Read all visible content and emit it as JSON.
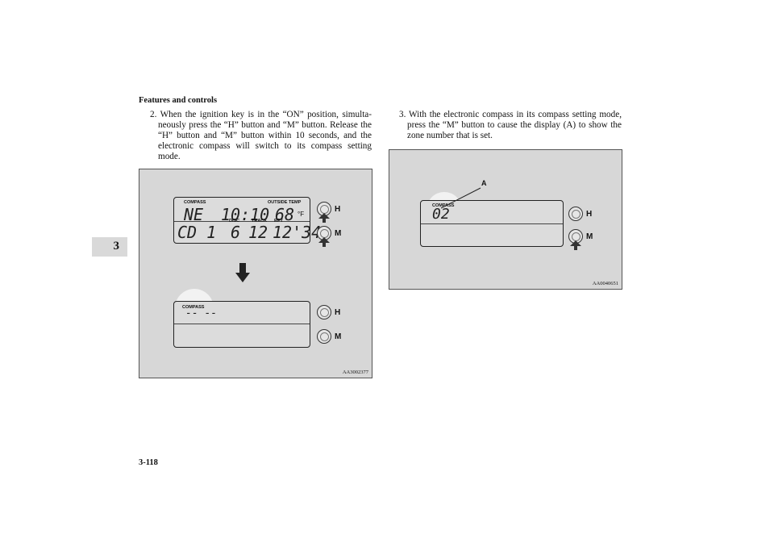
{
  "header": "Features and controls",
  "section_number": "3",
  "step2": {
    "text": "2. When the ignition key is in the “ON” position, simulta-neously press the “H” button and “M” button. Release the “H” button and “M” button within 10 seconds, and the electronic compass will switch to its compass setting mode."
  },
  "step3": {
    "text": "3. With the electronic compass in its compass setting mode, press the “M” button to cause the display (A) to show the zone number that is set."
  },
  "figure1": {
    "top_display": {
      "compass_label": "COMPASS",
      "outside_temp_label": "OUTSIDE TEMP",
      "direction": "NE",
      "time": "10:10",
      "temp": "68",
      "temp_unit": "°F",
      "disc_label": "DISC",
      "track_label": "TRACK",
      "rpt_label": "RPT",
      "cd": "CD 1",
      "disc": "6",
      "track": "12",
      "track_time": "12'34"
    },
    "bottom_display": {
      "compass_label": "COMPASS",
      "value": "-- --"
    },
    "button_h": "H",
    "button_m": "M",
    "code": "AA3002377"
  },
  "figure2": {
    "callout": "A",
    "compass_label": "COMPASS",
    "value": "02",
    "button_h": "H",
    "button_m": "M",
    "code": "AA0040651"
  },
  "footer": "3-118"
}
